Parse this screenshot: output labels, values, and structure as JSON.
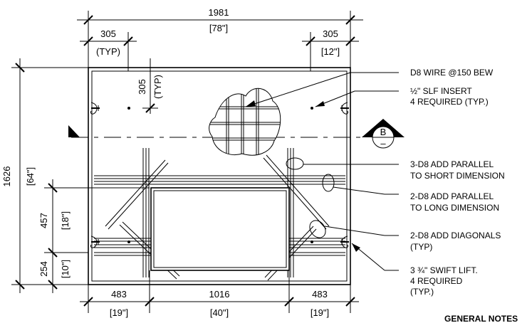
{
  "dimensions": {
    "overall_width_mm": "1981",
    "overall_width_in": "[78\"]",
    "left_insert_offset_mm": "305",
    "left_insert_offset_typ": "(TYP)",
    "right_insert_offset_mm": "305",
    "right_insert_offset_in": "[12\"]",
    "insert_vertical_mm": "305",
    "insert_vertical_typ": "(TYP)",
    "overall_height_mm": "1626",
    "overall_height_in": "[64\"]",
    "opening_height_mm": "457",
    "opening_height_in": "[18\"]",
    "bottom_offset_mm": "254",
    "bottom_offset_in": "[10\"]",
    "bottom_left_mm": "483",
    "bottom_left_in": "[19\"]",
    "bottom_center_mm": "1016",
    "bottom_center_in": "[40\"]",
    "bottom_right_mm": "483",
    "bottom_right_in": "[19\"]"
  },
  "section_marker": {
    "letter": "B",
    "sheet": "–"
  },
  "notes": {
    "wire": "D8 WIRE @150 BEW",
    "insert_line1": "½\" SLF INSERT",
    "insert_line2": "4 REQUIRED (TYP.)",
    "parallel_short_line1": "3-D8 ADD PARALLEL",
    "parallel_short_line2": "TO SHORT DIMENSION",
    "parallel_long_line1": "2-D8 ADD PARALLEL",
    "parallel_long_line2": "TO LONG DIMENSION",
    "diagonals_line1": "2-D8 ADD DIAGONALS",
    "diagonals_line2": "(TYP)",
    "lift_line1": "3 ¾\" SWIFT LIFT.",
    "lift_line2": "4 REQUIRED",
    "lift_line3": "(TYP.)",
    "general_notes": "GENERAL NOTES"
  }
}
